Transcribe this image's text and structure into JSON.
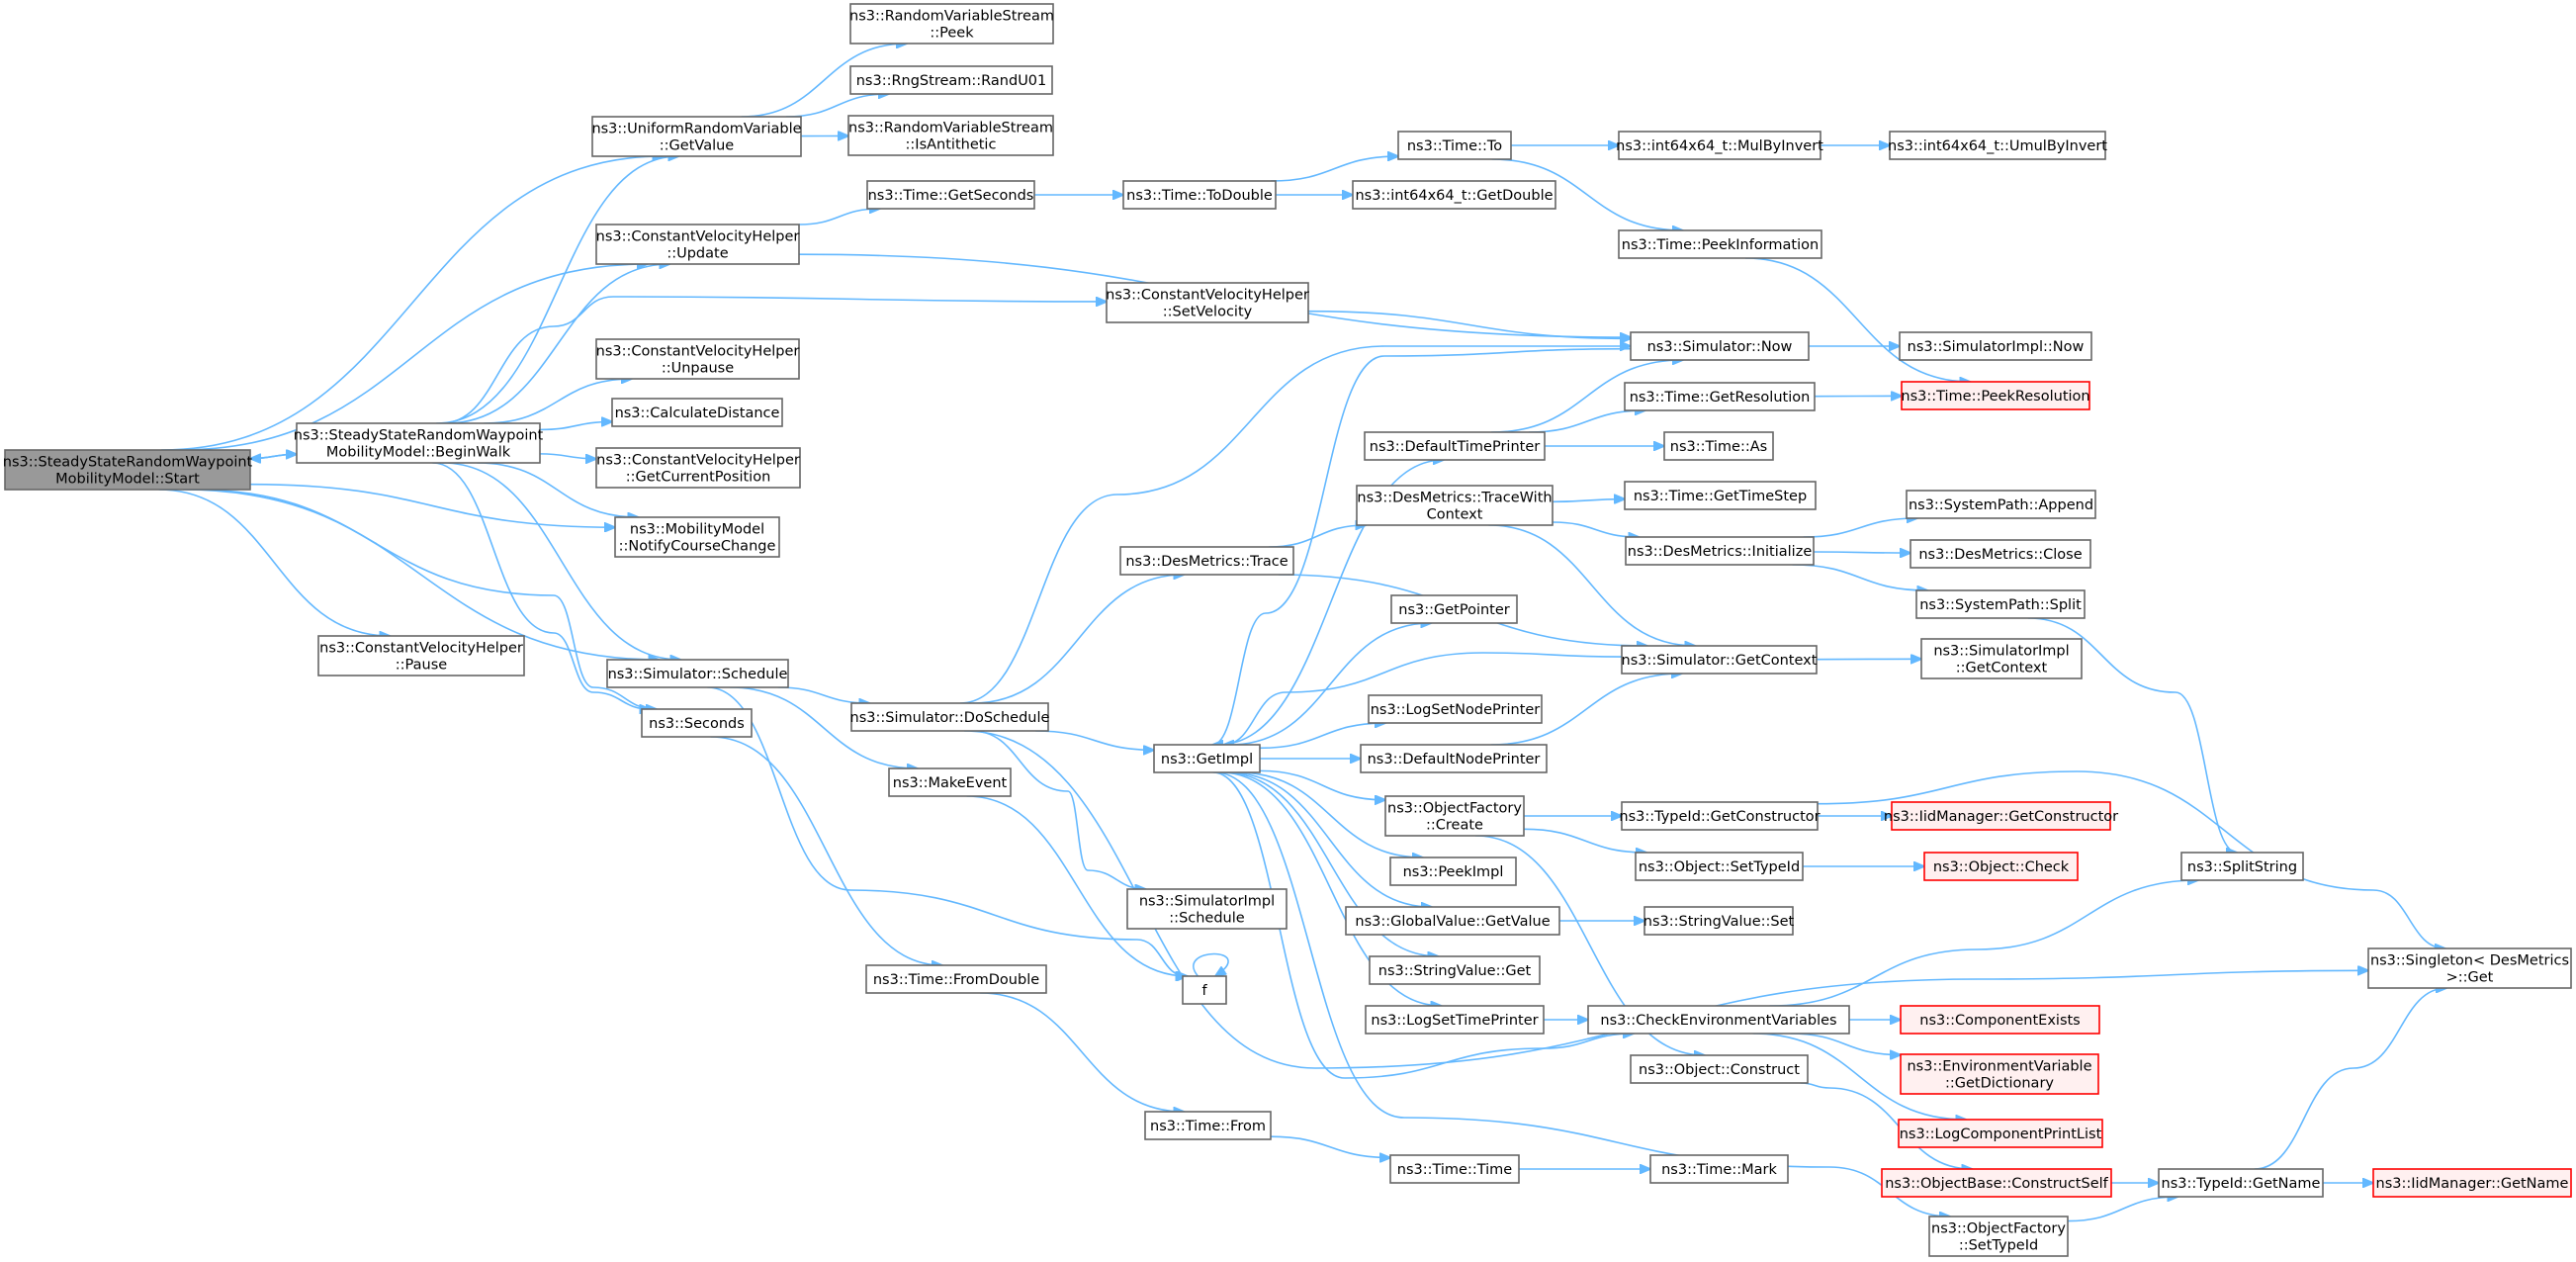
{
  "colors": {
    "edge": "#63b8ff",
    "root_fill": "#999999",
    "truncated_border": "#ff0000",
    "node_border": "#666666"
  },
  "nodes": [
    {
      "id": "start",
      "lines": [
        "ns3::SteadyStateRandomWaypoint",
        "MobilityModel::Start"
      ],
      "root": true
    },
    {
      "id": "beginwalk",
      "lines": [
        "ns3::SteadyStateRandomWaypoint",
        "MobilityModel::BeginWalk"
      ]
    },
    {
      "id": "cvh_pause",
      "lines": [
        "ns3::ConstantVelocityHelper",
        "::Pause"
      ]
    },
    {
      "id": "urv_getvalue",
      "lines": [
        "ns3::UniformRandomVariable",
        "::GetValue"
      ]
    },
    {
      "id": "cvh_update",
      "lines": [
        "ns3::ConstantVelocityHelper",
        "::Update"
      ]
    },
    {
      "id": "cvh_unpause",
      "lines": [
        "ns3::ConstantVelocityHelper",
        "::Unpause"
      ]
    },
    {
      "id": "calcdist",
      "lines": [
        "ns3::CalculateDistance"
      ]
    },
    {
      "id": "cvh_getpos",
      "lines": [
        "ns3::ConstantVelocityHelper",
        "::GetCurrentPosition"
      ]
    },
    {
      "id": "notify",
      "lines": [
        "ns3::MobilityModel",
        "::NotifyCourseChange"
      ]
    },
    {
      "id": "sim_schedule",
      "lines": [
        "ns3::Simulator::Schedule"
      ]
    },
    {
      "id": "seconds",
      "lines": [
        "ns3::Seconds"
      ]
    },
    {
      "id": "rvs_peek",
      "lines": [
        "ns3::RandomVariableStream",
        "::Peek"
      ]
    },
    {
      "id": "rng_randu01",
      "lines": [
        "ns3::RngStream::RandU01"
      ]
    },
    {
      "id": "rvs_isanti",
      "lines": [
        "ns3::RandomVariableStream",
        "::IsAntithetic"
      ]
    },
    {
      "id": "time_getseconds",
      "lines": [
        "ns3::Time::GetSeconds"
      ]
    },
    {
      "id": "sim_doschedule",
      "lines": [
        "ns3::Simulator::DoSchedule"
      ]
    },
    {
      "id": "makeevent",
      "lines": [
        "ns3::MakeEvent"
      ]
    },
    {
      "id": "time_fromdouble",
      "lines": [
        "ns3::Time::FromDouble"
      ]
    },
    {
      "id": "time_todouble",
      "lines": [
        "ns3::Time::ToDouble"
      ]
    },
    {
      "id": "cvh_setvelocity",
      "lines": [
        "ns3::ConstantVelocityHelper",
        "::SetVelocity"
      ]
    },
    {
      "id": "desm_trace",
      "lines": [
        "ns3::DesMetrics::Trace"
      ]
    },
    {
      "id": "simimpl_schedule",
      "lines": [
        "ns3::SimulatorImpl",
        "::Schedule"
      ]
    },
    {
      "id": "getimpl",
      "lines": [
        "ns3::GetImpl"
      ]
    },
    {
      "id": "f",
      "lines": [
        "f"
      ]
    },
    {
      "id": "time_from",
      "lines": [
        "ns3::Time::From"
      ]
    },
    {
      "id": "time_to",
      "lines": [
        "ns3::Time::To"
      ]
    },
    {
      "id": "i64_getdouble",
      "lines": [
        "ns3::int64x64_t::GetDouble"
      ]
    },
    {
      "id": "deftimeprinter",
      "lines": [
        "ns3::DefaultTimePrinter"
      ]
    },
    {
      "id": "desm_tracewith",
      "lines": [
        "ns3::DesMetrics::TraceWith",
        "Context"
      ]
    },
    {
      "id": "getpointer",
      "lines": [
        "ns3::GetPointer"
      ]
    },
    {
      "id": "logsetnodeprinter",
      "lines": [
        "ns3::LogSetNodePrinter"
      ]
    },
    {
      "id": "defnodeprinter",
      "lines": [
        "ns3::DefaultNodePrinter"
      ]
    },
    {
      "id": "objfactory_create",
      "lines": [
        "ns3::ObjectFactory",
        "::Create"
      ]
    },
    {
      "id": "peekimpl",
      "lines": [
        "ns3::PeekImpl"
      ]
    },
    {
      "id": "globalvalue_get",
      "lines": [
        "ns3::GlobalValue::GetValue"
      ]
    },
    {
      "id": "stringvalue_get",
      "lines": [
        "ns3::StringValue::Get"
      ]
    },
    {
      "id": "logsettimeprinter",
      "lines": [
        "ns3::LogSetTimePrinter"
      ]
    },
    {
      "id": "time_time",
      "lines": [
        "ns3::Time::Time"
      ]
    },
    {
      "id": "i64_mulbyinvert",
      "lines": [
        "ns3::int64x64_t::MulByInvert"
      ]
    },
    {
      "id": "time_peekinfo",
      "lines": [
        "ns3::Time::PeekInformation"
      ]
    },
    {
      "id": "sim_now",
      "lines": [
        "ns3::Simulator::Now"
      ]
    },
    {
      "id": "time_getresolution",
      "lines": [
        "ns3::Time::GetResolution"
      ]
    },
    {
      "id": "time_as",
      "lines": [
        "ns3::Time::As"
      ]
    },
    {
      "id": "time_gettimestep",
      "lines": [
        "ns3::Time::GetTimeStep"
      ]
    },
    {
      "id": "desm_initialize",
      "lines": [
        "ns3::DesMetrics::Initialize"
      ]
    },
    {
      "id": "sim_getcontext",
      "lines": [
        "ns3::Simulator::GetContext"
      ]
    },
    {
      "id": "typeid_getctor",
      "lines": [
        "ns3::TypeId::GetConstructor"
      ]
    },
    {
      "id": "object_settypeid",
      "lines": [
        "ns3::Object::SetTypeId"
      ]
    },
    {
      "id": "stringvalue_set",
      "lines": [
        "ns3::StringValue::Set"
      ]
    },
    {
      "id": "checkenv",
      "lines": [
        "ns3::CheckEnvironmentVariables"
      ]
    },
    {
      "id": "object_construct",
      "lines": [
        "ns3::Object::Construct"
      ]
    },
    {
      "id": "objbase_constructself",
      "lines": [
        "ns3::ObjectBase::ConstructSelf"
      ],
      "truncated": true
    },
    {
      "id": "objfactory_settypeid",
      "lines": [
        "ns3::ObjectFactory",
        "::SetTypeId"
      ]
    },
    {
      "id": "time_mark",
      "lines": [
        "ns3::Time::Mark"
      ]
    },
    {
      "id": "i64_umulbyinvert",
      "lines": [
        "ns3::int64x64_t::UmulByInvert"
      ]
    },
    {
      "id": "simimpl_now",
      "lines": [
        "ns3::SimulatorImpl::Now"
      ]
    },
    {
      "id": "time_peekresolution",
      "lines": [
        "ns3::Time::PeekResolution"
      ],
      "truncated": true
    },
    {
      "id": "syspath_append",
      "lines": [
        "ns3::SystemPath::Append"
      ]
    },
    {
      "id": "desm_close",
      "lines": [
        "ns3::DesMetrics::Close"
      ]
    },
    {
      "id": "syspath_split",
      "lines": [
        "ns3::SystemPath::Split"
      ]
    },
    {
      "id": "simimpl_getcontext",
      "lines": [
        "ns3::SimulatorImpl",
        "::GetContext"
      ]
    },
    {
      "id": "iidmgr_getctor",
      "lines": [
        "ns3::IidManager::GetConstructor"
      ],
      "truncated": true
    },
    {
      "id": "object_check",
      "lines": [
        "ns3::Object::Check"
      ],
      "truncated": true
    },
    {
      "id": "splitstring",
      "lines": [
        "ns3::SplitString"
      ]
    },
    {
      "id": "componentexists",
      "lines": [
        "ns3::ComponentExists"
      ],
      "truncated": true
    },
    {
      "id": "envvar_getdict",
      "lines": [
        "ns3::EnvironmentVariable",
        "::GetDictionary"
      ],
      "truncated": true
    },
    {
      "id": "logcompprintlist",
      "lines": [
        "ns3::LogComponentPrintList"
      ],
      "truncated": true
    },
    {
      "id": "typeid_getname",
      "lines": [
        "ns3::TypeId::GetName"
      ]
    },
    {
      "id": "singleton_get",
      "lines": [
        "ns3::Singleton< DesMetrics",
        ">::Get"
      ]
    },
    {
      "id": "iidmgr_getname",
      "lines": [
        "ns3::IidManager::GetName"
      ],
      "truncated": true
    }
  ],
  "edges": [
    [
      "start",
      "beginwalk"
    ],
    [
      "start",
      "cvh_pause"
    ],
    [
      "start",
      "urv_getvalue"
    ],
    [
      "start",
      "cvh_update"
    ],
    [
      "start",
      "notify"
    ],
    [
      "start",
      "sim_schedule"
    ],
    [
      "start",
      "seconds"
    ],
    [
      "beginwalk",
      "start"
    ],
    [
      "beginwalk",
      "urv_getvalue"
    ],
    [
      "beginwalk",
      "cvh_update"
    ],
    [
      "beginwalk",
      "cvh_setvelocity"
    ],
    [
      "beginwalk",
      "cvh_unpause"
    ],
    [
      "beginwalk",
      "calcdist"
    ],
    [
      "beginwalk",
      "cvh_getpos"
    ],
    [
      "beginwalk",
      "notify"
    ],
    [
      "beginwalk",
      "sim_schedule"
    ],
    [
      "beginwalk",
      "seconds"
    ],
    [
      "urv_getvalue",
      "rvs_peek"
    ],
    [
      "urv_getvalue",
      "rng_randu01"
    ],
    [
      "urv_getvalue",
      "rvs_isanti"
    ],
    [
      "cvh_update",
      "time_getseconds"
    ],
    [
      "cvh_update",
      "sim_now"
    ],
    [
      "cvh_setvelocity",
      "sim_now"
    ],
    [
      "sim_schedule",
      "sim_doschedule"
    ],
    [
      "sim_schedule",
      "makeevent"
    ],
    [
      "sim_schedule",
      "f"
    ],
    [
      "seconds",
      "time_fromdouble"
    ],
    [
      "time_getseconds",
      "time_todouble"
    ],
    [
      "time_todouble",
      "time_to"
    ],
    [
      "time_todouble",
      "i64_getdouble"
    ],
    [
      "time_to",
      "i64_mulbyinvert"
    ],
    [
      "time_to",
      "time_peekinfo"
    ],
    [
      "i64_mulbyinvert",
      "i64_umulbyinvert"
    ],
    [
      "time_peekinfo",
      "time_peekresolution"
    ],
    [
      "sim_doschedule",
      "sim_now"
    ],
    [
      "sim_doschedule",
      "desm_trace"
    ],
    [
      "sim_doschedule",
      "getimpl"
    ],
    [
      "sim_doschedule",
      "simimpl_schedule"
    ],
    [
      "sim_doschedule",
      "singleton_get"
    ],
    [
      "makeevent",
      "f"
    ],
    [
      "f",
      "f"
    ],
    [
      "time_fromdouble",
      "time_from"
    ],
    [
      "time_from",
      "time_time"
    ],
    [
      "time_time",
      "time_mark"
    ],
    [
      "desm_trace",
      "desm_tracewith"
    ],
    [
      "desm_trace",
      "sim_getcontext"
    ],
    [
      "desm_tracewith",
      "time_gettimestep"
    ],
    [
      "desm_tracewith",
      "desm_initialize"
    ],
    [
      "desm_tracewith",
      "sim_getcontext"
    ],
    [
      "desm_initialize",
      "syspath_append"
    ],
    [
      "desm_initialize",
      "desm_close"
    ],
    [
      "desm_initialize",
      "syspath_split"
    ],
    [
      "syspath_split",
      "splitstring"
    ],
    [
      "sim_getcontext",
      "simimpl_getcontext"
    ],
    [
      "sim_getcontext",
      "getimpl"
    ],
    [
      "sim_now",
      "simimpl_now"
    ],
    [
      "sim_now",
      "getimpl"
    ],
    [
      "deftimeprinter",
      "sim_now"
    ],
    [
      "deftimeprinter",
      "time_getresolution"
    ],
    [
      "deftimeprinter",
      "time_as"
    ],
    [
      "time_getresolution",
      "time_peekresolution"
    ],
    [
      "getimpl",
      "deftimeprinter"
    ],
    [
      "getimpl",
      "getpointer"
    ],
    [
      "getimpl",
      "logsetnodeprinter"
    ],
    [
      "getimpl",
      "defnodeprinter"
    ],
    [
      "getimpl",
      "objfactory_create"
    ],
    [
      "getimpl",
      "peekimpl"
    ],
    [
      "getimpl",
      "globalvalue_get"
    ],
    [
      "getimpl",
      "stringvalue_get"
    ],
    [
      "getimpl",
      "logsettimeprinter"
    ],
    [
      "getimpl",
      "checkenv"
    ],
    [
      "getimpl",
      "objfactory_settypeid"
    ],
    [
      "defnodeprinter",
      "sim_getcontext"
    ],
    [
      "objfactory_create",
      "typeid_getctor"
    ],
    [
      "objfactory_create",
      "object_settypeid"
    ],
    [
      "objfactory_create",
      "object_construct"
    ],
    [
      "typeid_getctor",
      "iidmgr_getctor"
    ],
    [
      "typeid_getctor",
      "singleton_get"
    ],
    [
      "object_settypeid",
      "object_check"
    ],
    [
      "globalvalue_get",
      "stringvalue_set"
    ],
    [
      "logsettimeprinter",
      "checkenv"
    ],
    [
      "checkenv",
      "splitstring"
    ],
    [
      "checkenv",
      "componentexists"
    ],
    [
      "checkenv",
      "envvar_getdict"
    ],
    [
      "checkenv",
      "logcompprintlist"
    ],
    [
      "object_construct",
      "objbase_constructself"
    ],
    [
      "objbase_constructself",
      "typeid_getname"
    ],
    [
      "objfactory_settypeid",
      "typeid_getname"
    ],
    [
      "typeid_getname",
      "iidmgr_getname"
    ],
    [
      "typeid_getname",
      "singleton_get"
    ]
  ]
}
